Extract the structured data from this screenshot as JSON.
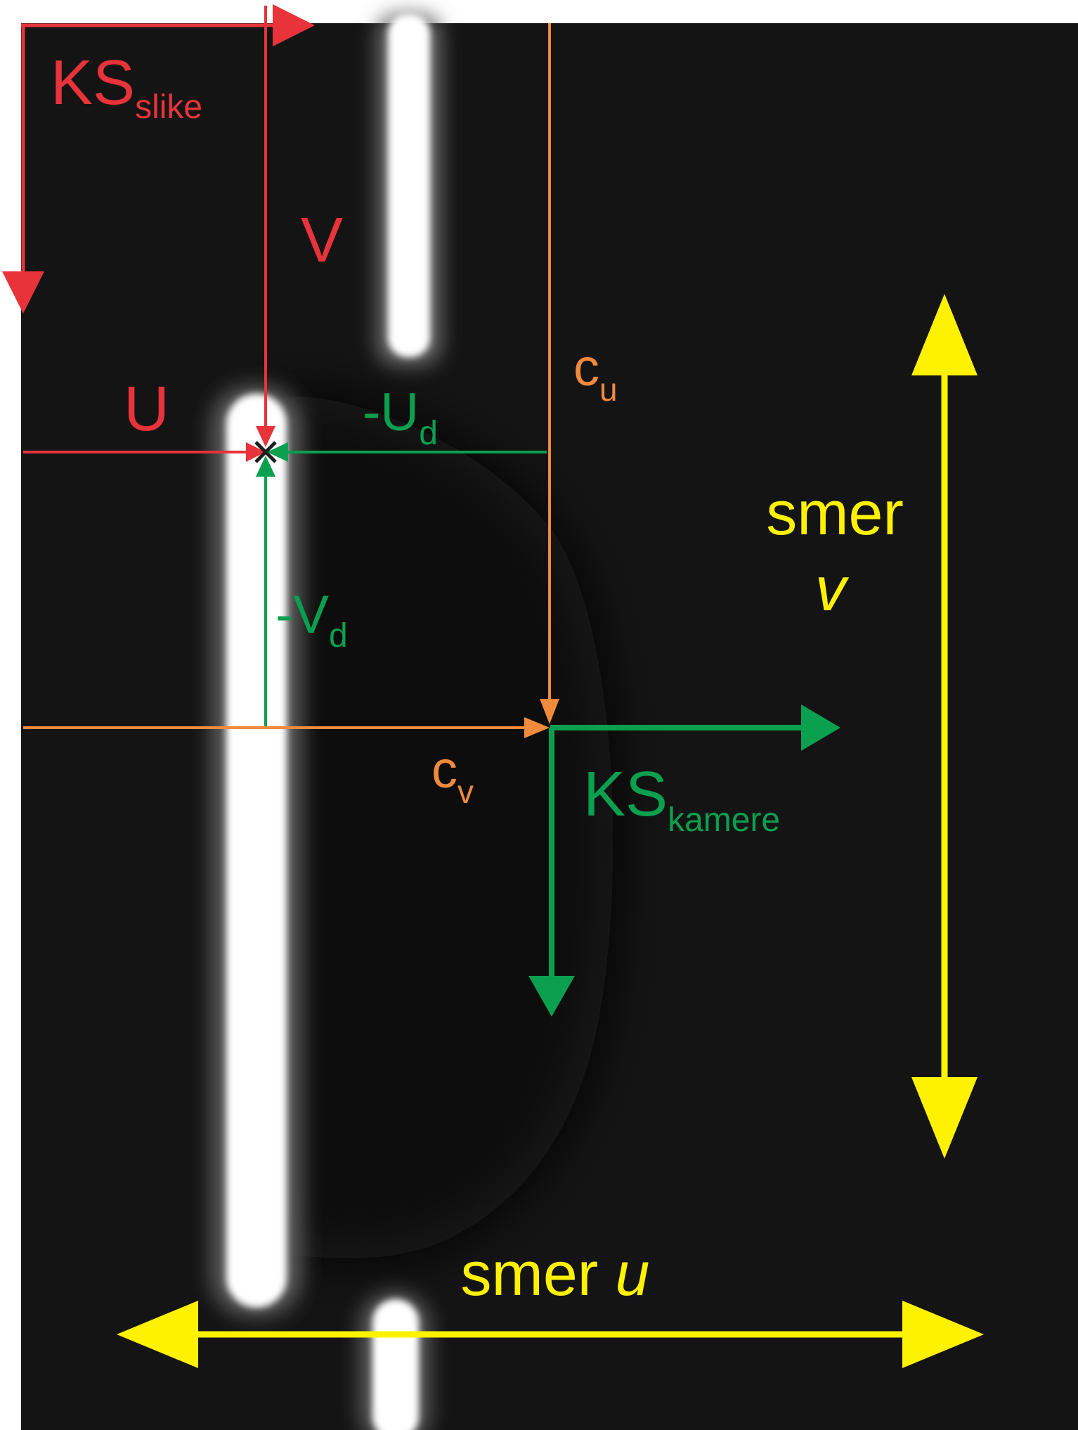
{
  "labels": {
    "ks_image_main": "KS",
    "ks_image_sub": "slike",
    "v_label": "V",
    "u_label": "U",
    "neg_ud_main": "-U",
    "neg_ud_sub": "d",
    "neg_vd_main": "-V",
    "neg_vd_sub": "d",
    "cu_main": "c",
    "cu_sub": "u",
    "cv_main": "c",
    "cv_sub": "v",
    "ks_camera_main": "KS",
    "ks_camera_sub": "kamere",
    "dir_v_word": "smer",
    "dir_v_letter": "v",
    "dir_u_word": "smer",
    "dir_u_letter": "u"
  },
  "colors": {
    "red": "#e8333a",
    "green": "#0aa04f",
    "orange": "#f08a3c",
    "yellow": "#fff200",
    "background": "#141414",
    "glow": "#ffffff"
  }
}
